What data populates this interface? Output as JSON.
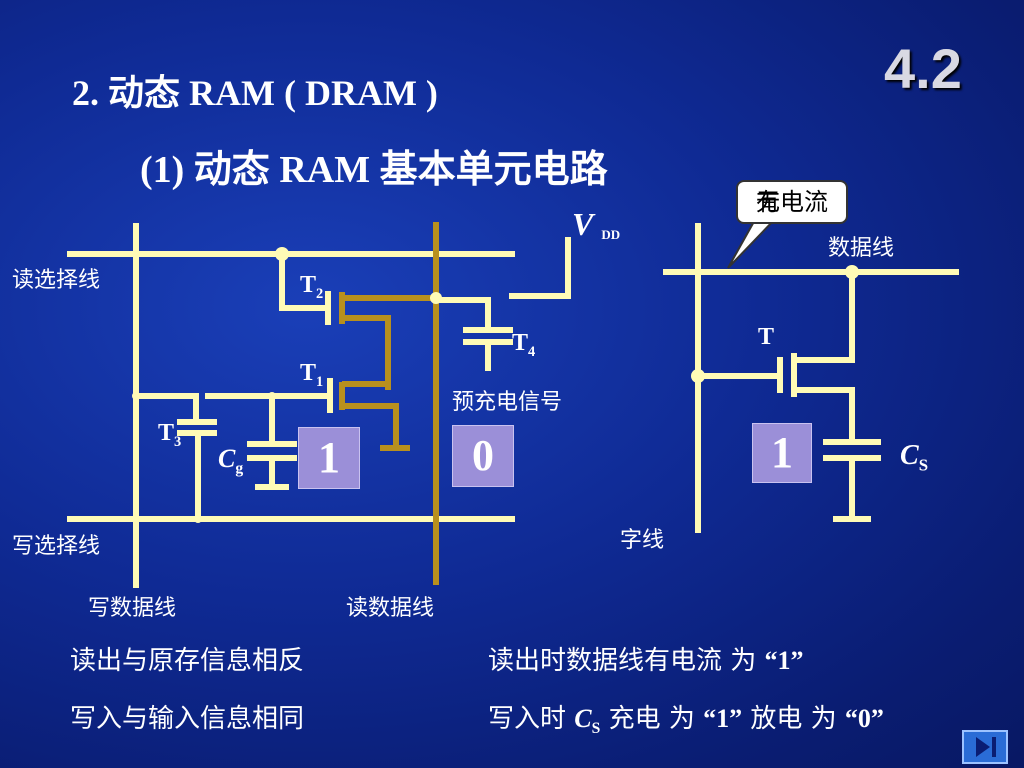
{
  "header": {
    "title": "2. 动态 RAM ( DRAM )",
    "section_number": "4.2"
  },
  "subtitle": {
    "prefix": "(1)  动态",
    "ram": "RAM",
    "suffix": "基本单元电路"
  },
  "left_circuit": {
    "read_select_line": "读选择线",
    "write_select_line": "写选择线",
    "write_data_line": "写数据线",
    "read_data_line": "读数据线",
    "vdd_main": "V",
    "vdd_sub": "DD",
    "precharge_signal": "预充电信号",
    "t1_main": "T",
    "t1_sub": "1",
    "t2_main": "T",
    "t2_sub": "2",
    "t3_main": "T",
    "t3_sub": "3",
    "t4_main": "T",
    "t4_sub": "4",
    "cg_main": "C",
    "cg_sub": "g",
    "bit_stored": "1",
    "bit_read": "0"
  },
  "right_circuit": {
    "callout": "有电流",
    "callout_overlay": "无",
    "data_line": "数据线",
    "word_line": "字线",
    "transistor": "T",
    "cs_main": "C",
    "cs_sub": "S",
    "bit_stored": "1"
  },
  "notes": {
    "left_1": "读出与原存信息相反",
    "left_2": "写入与输入信息相同",
    "right_1_text": "读出时数据线有电流 为",
    "right_1_value": "“1”",
    "right_2_prefix": "写入时",
    "right_2_cs_main": "C",
    "right_2_cs_sub": "S",
    "right_2_charge": "充电 为",
    "right_2_charge_value": "“1”",
    "right_2_discharge": "放电 为",
    "right_2_discharge_value": "“0”"
  },
  "colors": {
    "wire": "#fffbb6",
    "highlight_wire": "#b8901e",
    "bit_box": "#9b8fd8",
    "background": "#0f2a94"
  }
}
